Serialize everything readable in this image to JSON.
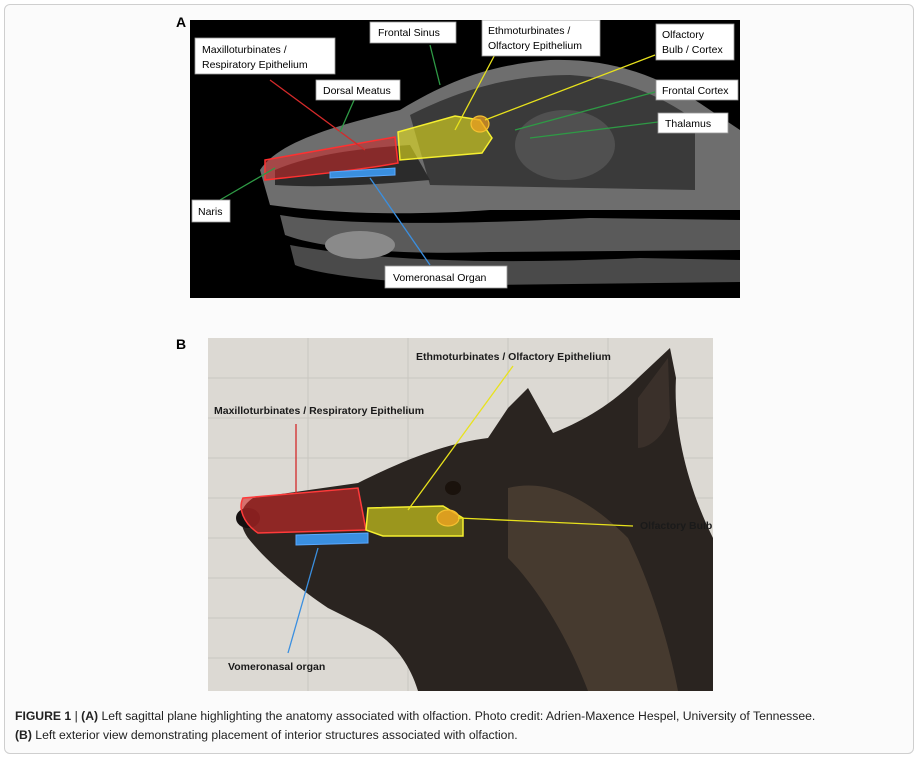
{
  "panel_a": {
    "letter": "A",
    "labels": {
      "maxillo": [
        "Maxilloturbinates /",
        "Respiratory Epithelium"
      ],
      "frontal_sinus": "Frontal Sinus",
      "ethmo": [
        "Ethmoturbinates /",
        "Olfactory Epithelium"
      ],
      "olf_bulb": [
        "Olfactory",
        "Bulb / Cortex"
      ],
      "frontal_cortex": "Frontal Cortex",
      "thalamus": "Thalamus",
      "dorsal_meatus": "Dorsal Meatus",
      "naris": "Naris",
      "vomeronasal": "Vomeronasal Organ"
    }
  },
  "panel_b": {
    "letter": "B",
    "labels": {
      "ethmo": "Ethmoturbinates / Olfactory Epithelium",
      "maxillo": "Maxilloturbinates / Respiratory Epithelium",
      "olf_bulb": "Olfactory Bulb",
      "vomeronasal": "Vomeronasal organ"
    }
  },
  "caption": {
    "figure": "FIGURE 1",
    "sep": " | ",
    "a_tag": "(A)",
    "a_text": " Left sagittal plane highlighting the anatomy associated with olfaction. Photo credit: Adrien-Maxence Hespel, University of Tennessee.",
    "b_tag": "(B)",
    "b_text": " Left exterior view demonstrating placement of interior structures associated with olfaction."
  },
  "colors": {
    "red_region": "#d42a2a",
    "yellow_region": "#e8e21c",
    "orange_region": "#f0a020",
    "blue_region": "#3a8fe0",
    "green_line": "#2e9a45"
  }
}
